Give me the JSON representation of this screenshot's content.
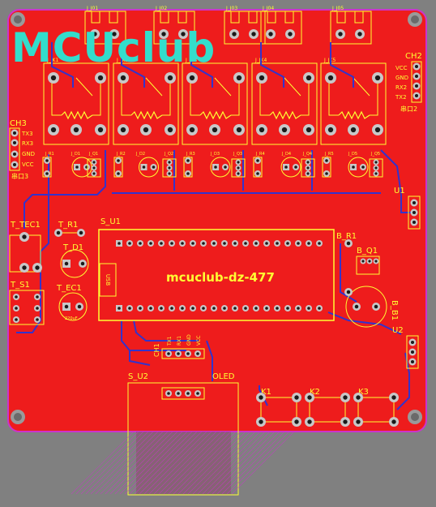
{
  "colors": {
    "background": "#808080",
    "board_fill": "#ee1c1c",
    "board_outline": "#cc33cc",
    "silkscreen": "#ffff33",
    "logo": "#33ddcc",
    "trace_blue": "#3333cc",
    "pad_outer": "#c8c8c8",
    "pad_hole": "#1a1a1a",
    "pad_gray": "#9a9a9a"
  },
  "logo": {
    "text": "MCUclub"
  },
  "project_label": "mcuclub-dz-477",
  "relay_headers": [
    "J_J01",
    "J_J02",
    "J_J03",
    "J_J04",
    "J_J05"
  ],
  "relay_labels": [
    "J_JK1",
    "J_JK2",
    "J_JK3",
    "J_JK4",
    "J_JK5"
  ],
  "small_part_labels": [
    "J_R1",
    "J_D1",
    "J_Q1",
    "J_R2",
    "J_D2",
    "J_Q2",
    "J_R3",
    "J_D3",
    "J_Q3",
    "J_R4",
    "J_D4",
    "J_Q4",
    "J_R5",
    "J_D5",
    "J_Q5"
  ],
  "connectors": {
    "ch2": {
      "title": "CH2",
      "pins": [
        "VCC",
        "GND",
        "RX2",
        "TX2"
      ],
      "caption": "串口2"
    },
    "ch3": {
      "title": "CH3",
      "pins": [
        "TX3",
        "RX3",
        "GND",
        "VCC"
      ],
      "caption": "串口3"
    },
    "ch1": {
      "title": "CH1",
      "pins": [
        "TX1",
        "RX1",
        "GND",
        "VCC"
      ]
    }
  },
  "components": {
    "u1": "U1",
    "u2": "U2",
    "t_tec1": "T_TEC1",
    "t_r1": "T_R1",
    "t_d1": "T_D1",
    "t_s1": "T_S1",
    "t_ec1": "T_EC1",
    "ec1_value": "220uF",
    "s_u1": "S_U1",
    "s_u2": "S_U2",
    "oled": "OLED",
    "b_r1": "B_R1",
    "b_q1": "B_Q1",
    "b_b1": "B_B1",
    "k1": "K1",
    "k2": "K2",
    "k3": "K3"
  }
}
